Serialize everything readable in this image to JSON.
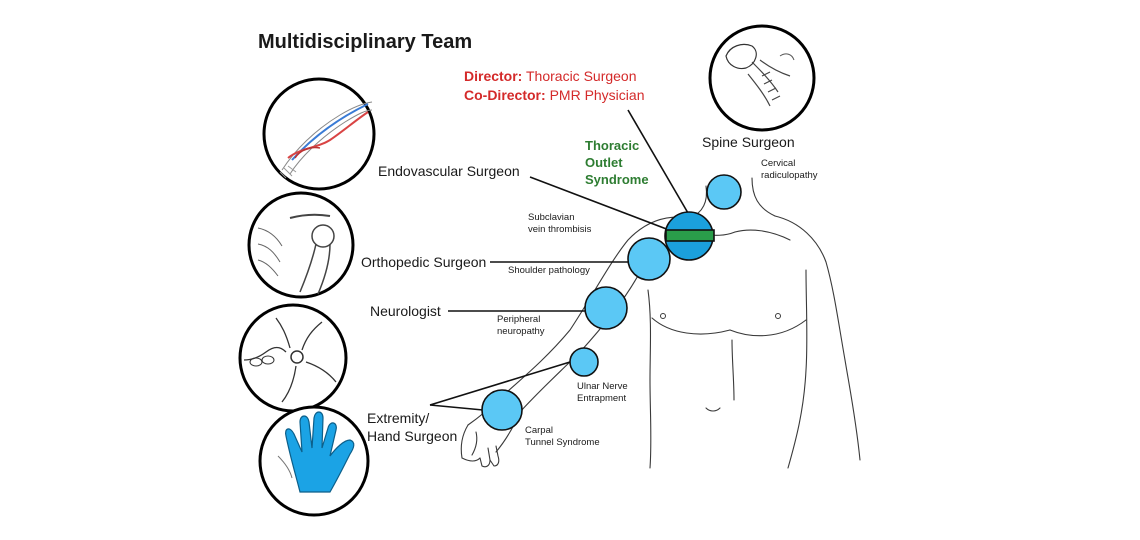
{
  "title": "Multidisciplinary Team",
  "leadership": {
    "director_label": "Director:",
    "director_value": "Thoracic Surgeon",
    "codirector_label": "Co-Director:",
    "codirector_value": "PMR Physician"
  },
  "central_condition": [
    "Thoracic",
    "Outlet",
    "Syndrome"
  ],
  "specialists": {
    "endovascular": "Endovascular Surgeon",
    "orthopedic": "Orthopedic Surgeon",
    "neurologist": "Neurologist",
    "extremity": [
      "Extremity/",
      "Hand Surgeon"
    ],
    "spine": "Spine Surgeon"
  },
  "conditions": {
    "subclavian": [
      "Subclavian",
      "vein thrombisis"
    ],
    "shoulder": "Shoulder pathology",
    "peripheral": [
      "Peripheral",
      "neuropathy"
    ],
    "ulnar": [
      "Ulnar Nerve",
      "Entrapment"
    ],
    "carpal": [
      "Carpal",
      "Tunnel Syndrome"
    ],
    "cervical": [
      "Cervical",
      "radiculopathy"
    ]
  },
  "icons": [
    "vein-icon",
    "shoulder-joint-icon",
    "neuron-icon",
    "hand-icon",
    "cervical-spine-icon"
  ],
  "colors": {
    "marker": "#5bc8f5",
    "marker_dark": "#1ba0dc",
    "band": "#2a9d4a",
    "director_red": "#d42a2a",
    "condition_green": "#2e7d32"
  }
}
